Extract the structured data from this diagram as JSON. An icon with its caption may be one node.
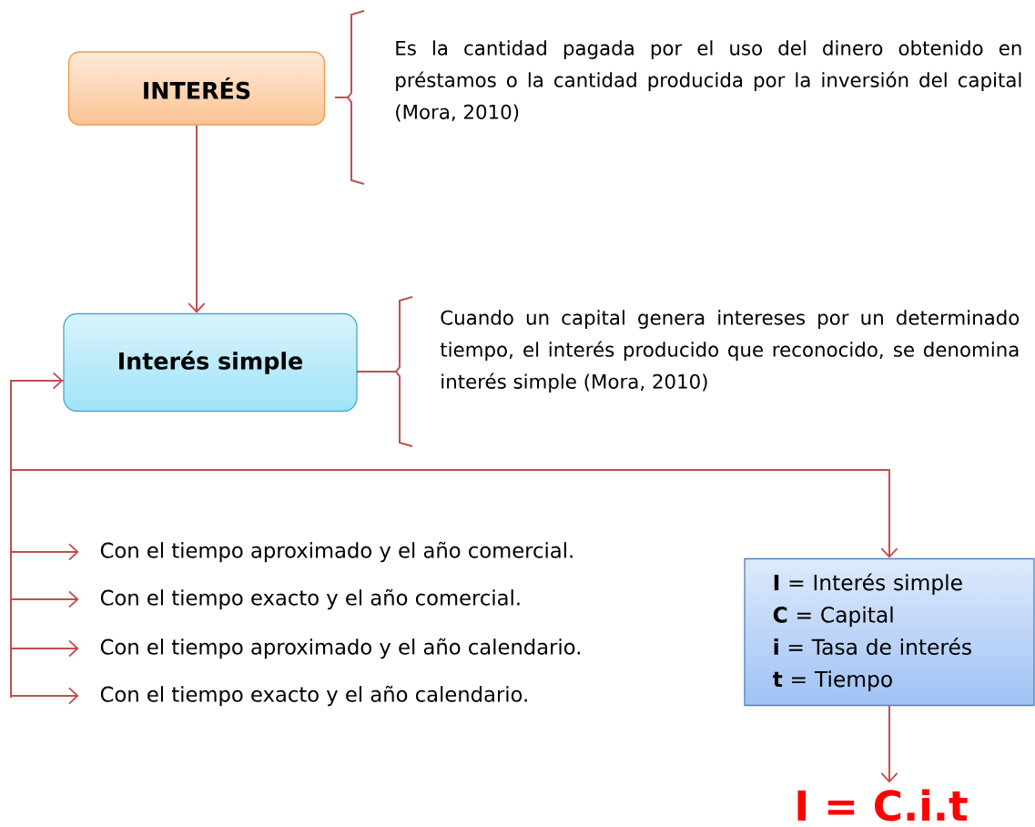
{
  "diagram": {
    "nodes": [
      {
        "text": [
          "INTERÉS"
        ],
        "beside": [
          "Es la cantidad pagada por el uso del dinero obtenido en préstamos o la cantidad producida por la inversión del capital (Mora, 2010)"
        ]
      },
      {
        "text": [
          "Interés simple"
        ]
      },
      {
        "text": [
          "Con el tiempo aproximado y el año comercial."
        ]
      },
      {
        "text": [
          "Con el tiempo exacto y el año comercial."
        ]
      },
      {
        "text": [
          "Con el tiempo aproximado y el año calendario."
        ]
      },
      {
        "text": [
          "Con el tiempo exacto y el año calendario."
        ]
      },
      {
        "text": [
          "**I** = Interés simple",
          "**C** = Capital",
          "**i** = Tasa de interés",
          "**t** = Tiempo"
        ]
      },
      {
        "text": [
          "I = C.i.t"
        ]
      }
    ],
    "edges": [
      {
        "from": 0,
        "to": 1,
        "arrow": "to"
      },
      {
        "from": null,
        "to": 1,
        "arrow": "to"
      },
      {
        "from": 1,
        "to": 2,
        "arrow": "to"
      },
      {
        "from": 1,
        "to": 3,
        "arrow": "to"
      },
      {
        "from": 1,
        "to": 4,
        "arrow": "to"
      },
      {
        "from": 1,
        "to": 5,
        "arrow": "to"
      },
      {
        "from": 1,
        "to": 6,
        "arrow": "to"
      },
      {
        "from": 6,
        "to": 7,
        "arrow": "to"
      }
    ],
    "labels": [
      "Cuando un capital genera intereses por un determinado tiempo, el interés producido que reconocido, se denomina interés simple (Mora, 2010)"
    ]
  }
}
